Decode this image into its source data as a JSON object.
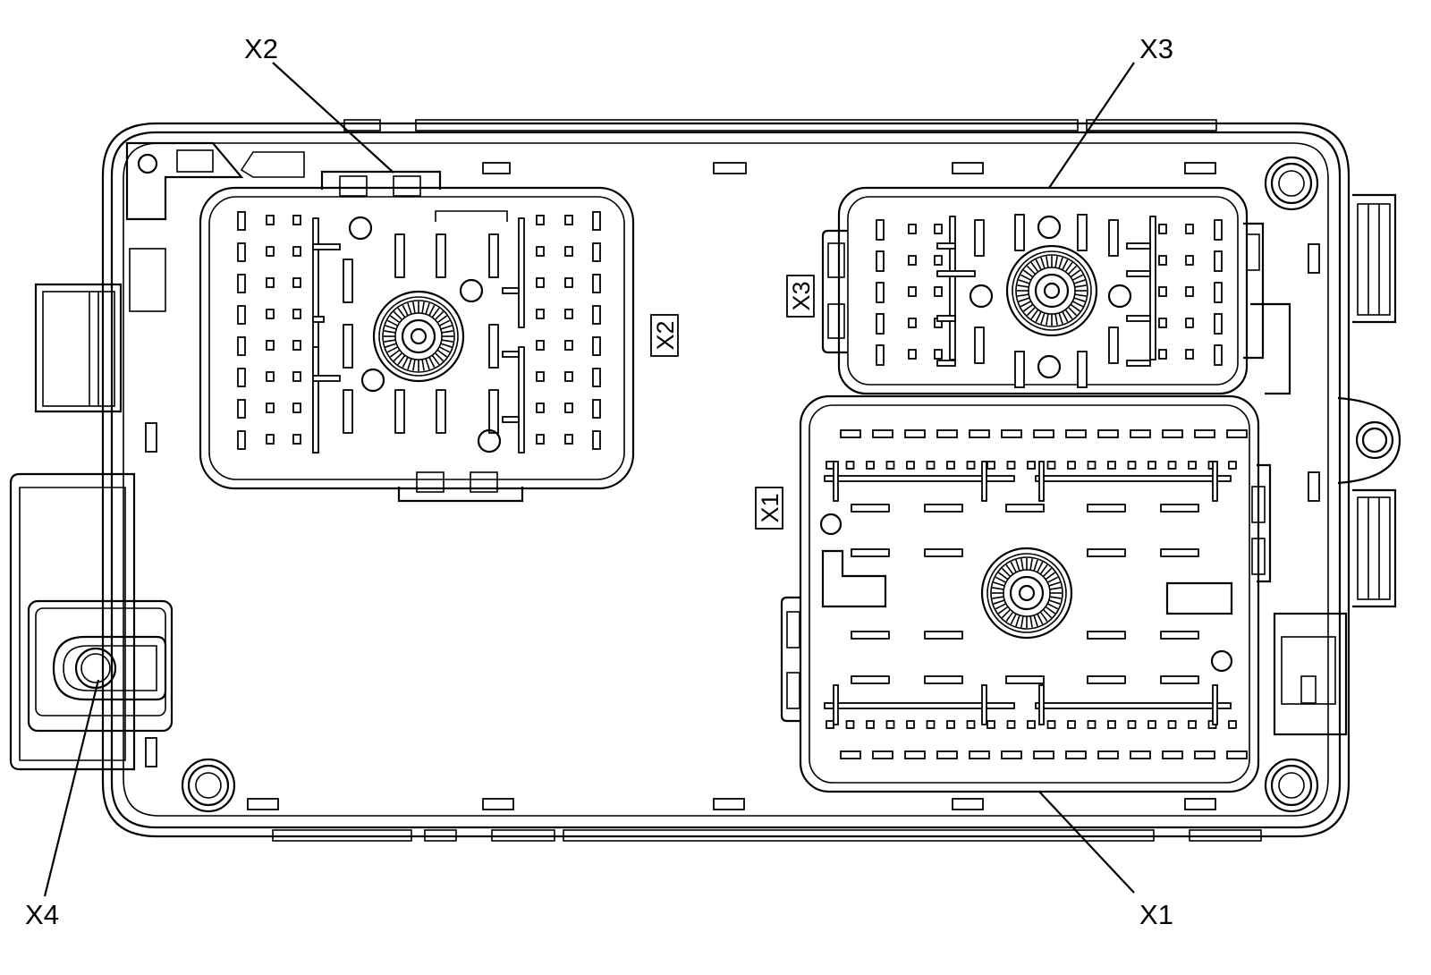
{
  "callouts": {
    "x1": "X1",
    "x2": "X2",
    "x3": "X3",
    "x4": "X4"
  },
  "connector_labels": {
    "x1": "X1",
    "x2": "X2",
    "x3": "X3"
  }
}
